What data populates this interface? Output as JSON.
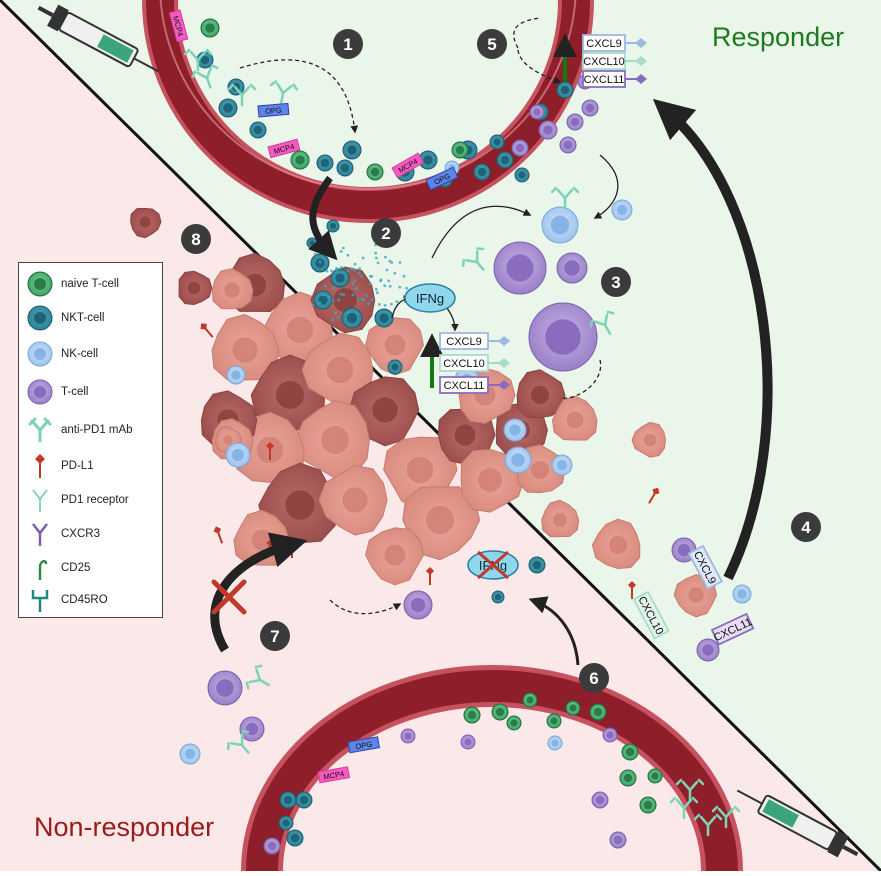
{
  "labels": {
    "responder": "Responder",
    "non_responder": "Non-responder",
    "ifng": "IFNg",
    "ifng_crossed": "IFNg"
  },
  "colors": {
    "responder_bg": "#eaf6ea",
    "non_responder_bg": "#fbe9e9",
    "responder_text": "#1f7a1f",
    "non_responder_text": "#9b1b1b",
    "vessel_wall": "#b4333f",
    "vessel_lumen": "#8e1f2a",
    "tumor": "#e6a79a",
    "tumor_dark": "#b5615c"
  },
  "steps": [
    "1",
    "2",
    "3",
    "4",
    "5",
    "6",
    "7",
    "8"
  ],
  "chemokines": {
    "vessel": [
      "CXCL9",
      "CXCL10",
      "CXCL11"
    ],
    "tumor": [
      "CXCL9",
      "CXCL10",
      "CXCL11"
    ],
    "secreted": [
      "CXCL9",
      "CXCL10",
      "CXCL11"
    ]
  },
  "vessel_tags": {
    "top": [
      "MCP4",
      "OPG",
      "MCP4",
      "MCP4",
      "OPG"
    ],
    "bottom": [
      "OPG",
      "MCP4"
    ]
  },
  "legend": [
    {
      "label": "naive T-cell",
      "icon": "naive-t-cell-icon"
    },
    {
      "label": "NKT-cell",
      "icon": "nkt-cell-icon"
    },
    {
      "label": "NK-cell",
      "icon": "nk-cell-icon"
    },
    {
      "label": "T-cell",
      "icon": "t-cell-icon"
    },
    {
      "label": "anti-PD1 mAb",
      "icon": "antibody-icon"
    },
    {
      "label": "PD-L1",
      "icon": "pd-l1-icon"
    },
    {
      "label": "PD1 receptor",
      "icon": "pd1-receptor-icon"
    },
    {
      "label": "CXCR3",
      "icon": "cxcr3-icon"
    },
    {
      "label": "CD25",
      "icon": "cd25-icon"
    },
    {
      "label": "CD45RO",
      "icon": "cd45ro-icon"
    }
  ]
}
